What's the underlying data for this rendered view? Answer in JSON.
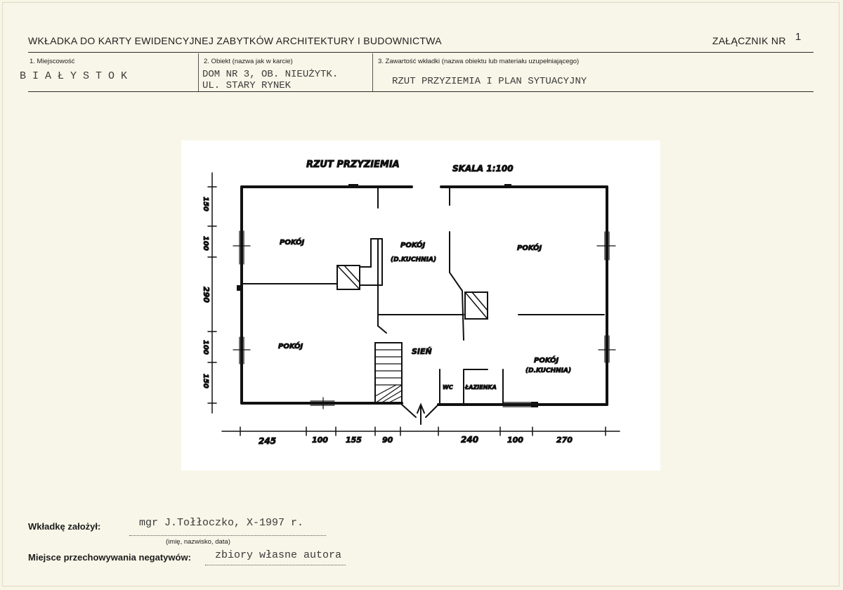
{
  "header": {
    "title": "WKŁADKA DO KARTY EWIDENCYJNEJ ZABYTKÓW ARCHITEKTURY I BUDOWNICTWA",
    "annex_label": "ZAŁĄCZNIK NR",
    "annex_number": "1"
  },
  "fields": {
    "locality_label": "1. Miejscowość",
    "locality_value": "B I A Ł Y S T O K",
    "object_label": "2. Obiekt (nazwa jak w karcie)",
    "object_value_line1": "DOM NR 3, OB. NIEUŻYTK.",
    "object_value_line2": "UL. STARY RYNEK",
    "content_label": "3. Zawartość wkładki (nazwa obiektu lub materiału uzupełniającego)",
    "content_value": "RZUT PRZYZIEMIA I PLAN SYTUACYJNY"
  },
  "plan": {
    "title": "RZUT PRZYZIEMIA",
    "scale": "SKALA 1:100",
    "rooms": {
      "room_top_left": "POKÓJ",
      "room_top_middle": "POKÓJ",
      "room_top_middle_note": "(D.KUCHNIA)",
      "room_top_right": "POKÓJ",
      "room_bottom_left": "POKÓJ",
      "hall": "SIEŃ",
      "room_bottom_right": "POKÓJ",
      "room_bottom_right_note": "(D.KUCHNIA)",
      "wc": "WC",
      "bathroom": "ŁAZIENKA"
    },
    "dims_bottom": [
      "245",
      "100",
      "155",
      "90",
      "240",
      "100",
      "270"
    ],
    "dims_left": [
      "150",
      "100",
      "290",
      "100",
      "150"
    ]
  },
  "footer": {
    "created_label": "Wkładkę założył:",
    "created_value": "mgr J.Tołłoczko, X-1997 r.",
    "created_note": "(imię, nazwisko, data)",
    "storage_label": "Miejsce przechowywania negatywów:",
    "storage_value": "zbiory własne autora"
  }
}
